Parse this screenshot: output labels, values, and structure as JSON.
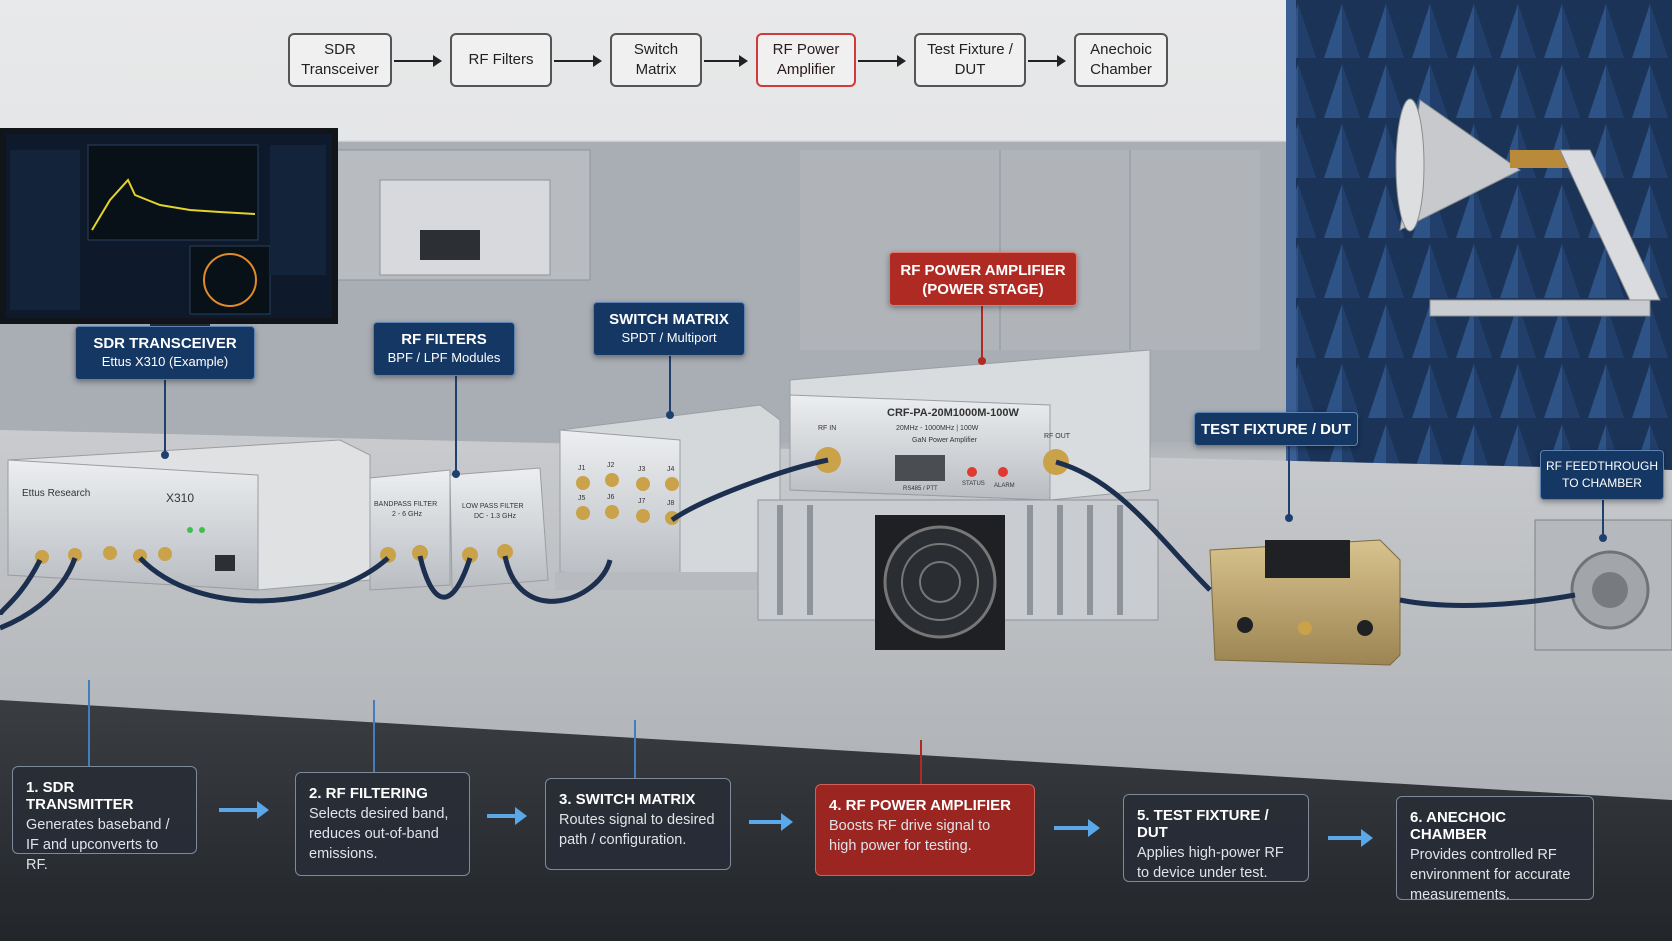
{
  "flow": {
    "boxes": [
      {
        "label": "SDR\nTransceiver",
        "highlight": false
      },
      {
        "label": "RF Filters",
        "highlight": false
      },
      {
        "label": "Switch\nMatrix",
        "highlight": false
      },
      {
        "label": "RF Power\nAmplifier",
        "highlight": true
      },
      {
        "label": "Test Fixture /\nDUT",
        "highlight": false
      },
      {
        "label": "Anechoic\nChamber",
        "highlight": false
      }
    ]
  },
  "callouts": {
    "sdr": {
      "title": "SDR TRANSCEIVER",
      "subtitle": "Ettus X310 (Example)"
    },
    "filters": {
      "title": "RF FILTERS",
      "subtitle": "BPF / LPF Modules"
    },
    "switch": {
      "title": "SWITCH MATRIX",
      "subtitle": "SPDT / Multiport"
    },
    "amp": {
      "title": "RF POWER AMPLIFIER",
      "subtitle": "(POWER STAGE)"
    },
    "fixture": {
      "title": "TEST FIXTURE / DUT"
    },
    "feedthrough": {
      "line1": "RF FEEDTHROUGH",
      "line2": "TO CHAMBER"
    }
  },
  "hardware": {
    "sdr_brand": "Ettus Research",
    "sdr_model": "X310",
    "bpf_label": "BANDPASS FILTER",
    "bpf_range": "2 - 6 GHz",
    "lpf_label": "LOW PASS FILTER",
    "lpf_range": "DC - 1.3 GHz",
    "amp_model": "CRF-PA-20M1000M-100W",
    "amp_spec": "20MHz - 1000MHz | 100W",
    "amp_type": "GaN Power Amplifier",
    "amp_rf_in": "RF IN",
    "amp_rf_out": "RF OUT",
    "amp_port": "RS485 / PTT",
    "amp_status": "STATUS",
    "amp_alarm": "ALARM",
    "switch_ports": [
      "J1",
      "J2",
      "J3",
      "J4",
      "J5",
      "J6",
      "J7",
      "J8"
    ]
  },
  "steps": [
    {
      "title": "1. SDR TRANSMITTER",
      "desc": "Generates baseband / IF and upconverts to RF.",
      "highlight": false
    },
    {
      "title": "2. RF FILTERING",
      "desc": "Selects desired band, reduces out-of-band emissions.",
      "highlight": false
    },
    {
      "title": "3. SWITCH MATRIX",
      "desc": "Routes signal to desired path / configuration.",
      "highlight": false
    },
    {
      "title": "4. RF POWER AMPLIFIER",
      "desc": "Boosts RF drive signal to high power for testing.",
      "highlight": true
    },
    {
      "title": "5. TEST FIXTURE / DUT",
      "desc": "Applies high-power RF to device under test.",
      "highlight": false
    },
    {
      "title": "6. ANECHOIC CHAMBER",
      "desc": "Provides controlled RF environment for accurate measurements.",
      "highlight": false
    }
  ],
  "colors": {
    "callout_blue": "#143763",
    "highlight_red": "#b02a24",
    "arrow_blue": "#5aa7ea",
    "chamber_blue": "#1d3a66"
  }
}
